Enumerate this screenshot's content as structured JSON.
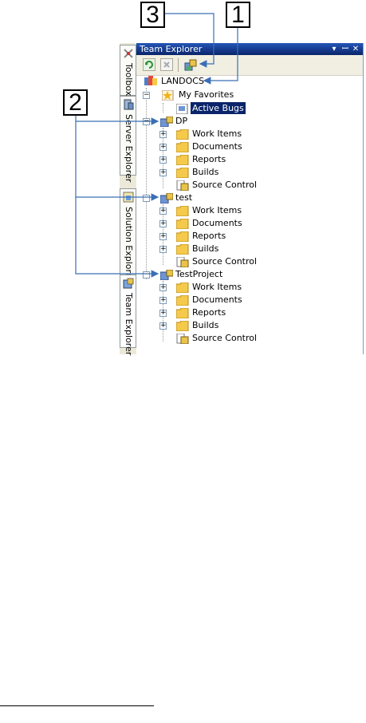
{
  "callouts": {
    "c1": "1",
    "c2": "2",
    "c3": "3"
  },
  "dock_tabs": [
    "Toolbox",
    "Server Explorer",
    "Solution Explorer",
    "Team Explorer"
  ],
  "panel": {
    "title": "Team Explorer",
    "title_buttons": [
      "▾",
      "ꟷ",
      "✕"
    ]
  },
  "tree": {
    "server": "LANDOCS",
    "favorites": {
      "label": "My Favorites",
      "children": [
        "Active Bugs"
      ]
    },
    "projects": [
      {
        "name": "DP",
        "children": [
          "Work Items",
          "Documents",
          "Reports",
          "Builds",
          "Source Control"
        ]
      },
      {
        "name": "test",
        "children": [
          "Work Items",
          "Documents",
          "Reports",
          "Builds",
          "Source Control"
        ]
      },
      {
        "name": "TestProject",
        "children": [
          "Work Items",
          "Documents",
          "Reports",
          "Builds",
          "Source Control"
        ]
      }
    ]
  },
  "colors": {
    "title_bar": "#0a246a",
    "selection": "#0a246a",
    "arrow": "#3a6fb5",
    "folder": "#f5c94a"
  }
}
